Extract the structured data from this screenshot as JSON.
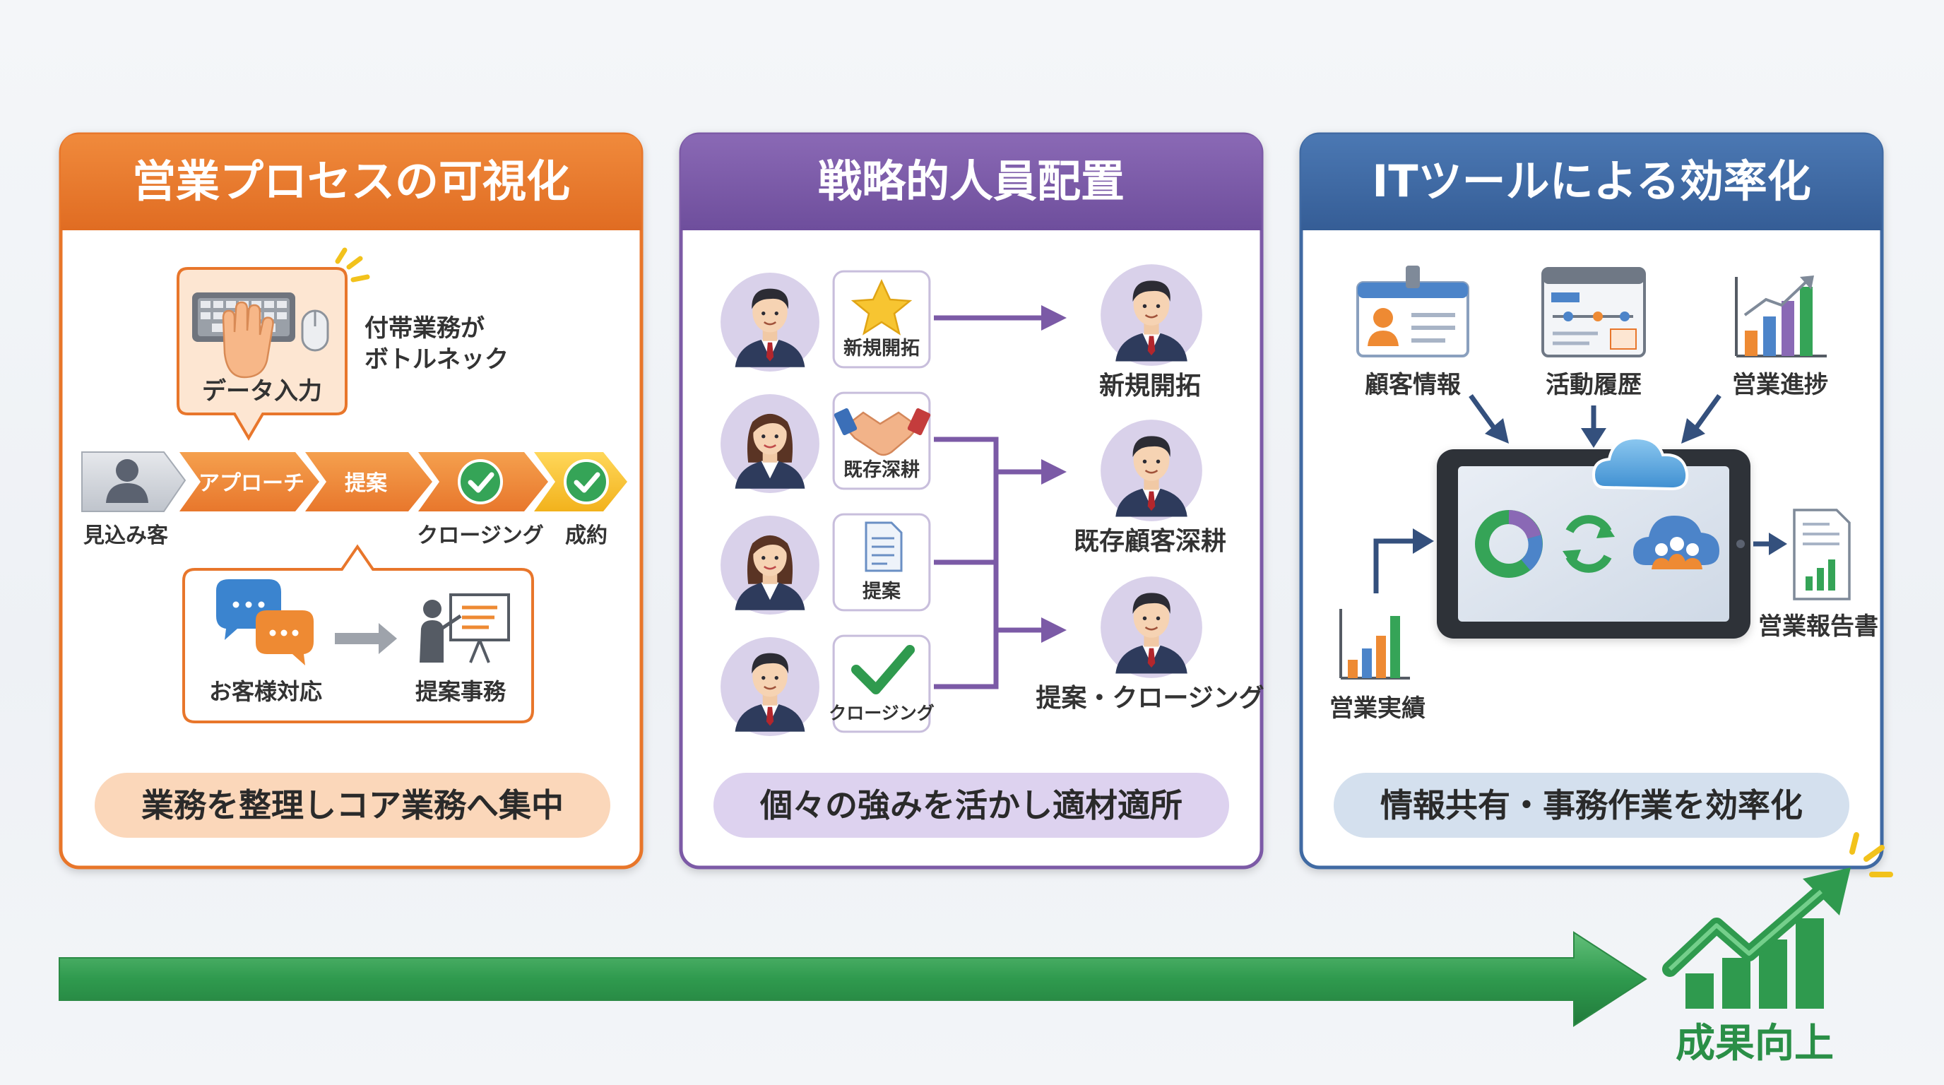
{
  "colors": {
    "orange": "#e8762b",
    "purple": "#7b5aa6",
    "blue": "#3f6aa3",
    "green": "#2f9a4e"
  },
  "panel1": {
    "title": "営業プロセスの可視化",
    "input_label": "データ入力",
    "note_line1": "付帯業務が",
    "note_line2": "ボトルネック",
    "steps": [
      "アプローチ",
      "提案"
    ],
    "stage_labels": [
      "見込み客",
      "クロージング",
      "成約"
    ],
    "sub_labels": [
      "お客様対応",
      "提案事務"
    ],
    "footer": "業務を整理しコア業務へ集中"
  },
  "panel2": {
    "title": "戦略的人員配置",
    "tags": [
      "新規開拓",
      "既存深耕",
      "提案",
      "クロージング"
    ],
    "targets": [
      "新規開拓",
      "既存顧客深耕",
      "提案・クロージング"
    ],
    "footer": "個々の強みを活かし適材適所"
  },
  "panel3": {
    "title": "ITツールによる効率化",
    "sources": [
      "顧客情報",
      "活動履歴",
      "営業進捗"
    ],
    "input": "営業実績",
    "output": "営業報告書",
    "footer": "情報共有・事務作業を効率化"
  },
  "result": "成果向上",
  "icons": [
    "keyboard-icon",
    "hand-icon",
    "mouse-icon",
    "person-icon",
    "check-icon",
    "chat-icon",
    "presenter-icon",
    "star-icon",
    "handshake-icon",
    "document-icon",
    "id-card-icon",
    "browser-window-icon",
    "bar-chart-icon",
    "cloud-icon",
    "tablet-icon",
    "report-icon",
    "growth-arrow-icon"
  ]
}
